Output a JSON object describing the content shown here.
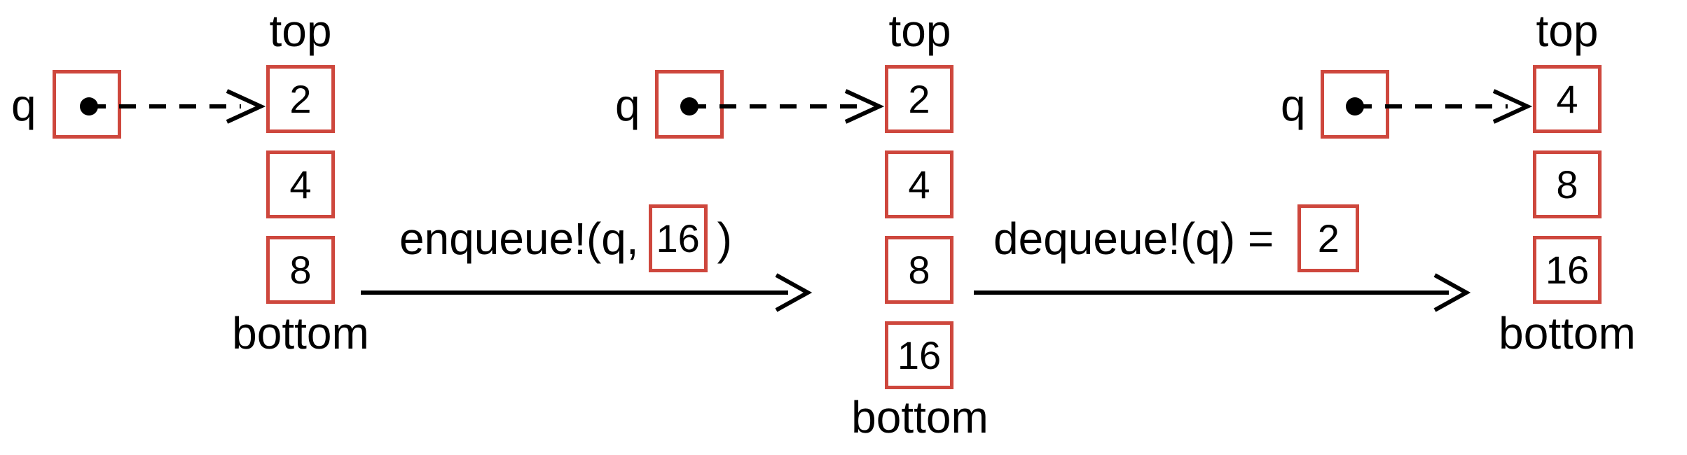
{
  "states": [
    {
      "pointer_label": "q",
      "top_label": "top",
      "bottom_label": "bottom",
      "items": [
        "2",
        "4",
        "8"
      ]
    },
    {
      "pointer_label": "q",
      "top_label": "top",
      "bottom_label": "bottom",
      "items": [
        "2",
        "4",
        "8",
        "16"
      ]
    },
    {
      "pointer_label": "q",
      "top_label": "top",
      "bottom_label": "bottom",
      "items": [
        "4",
        "8",
        "16"
      ]
    }
  ],
  "transitions": [
    {
      "prefix": "enqueue!(q,",
      "boxed_value": "16",
      "suffix": ")"
    },
    {
      "prefix": "dequeue!(q) =",
      "boxed_value": "2",
      "suffix": ""
    }
  ],
  "colors": {
    "box_border": "#CE473D",
    "ink": "#000000",
    "background": "#FFFFFF"
  }
}
